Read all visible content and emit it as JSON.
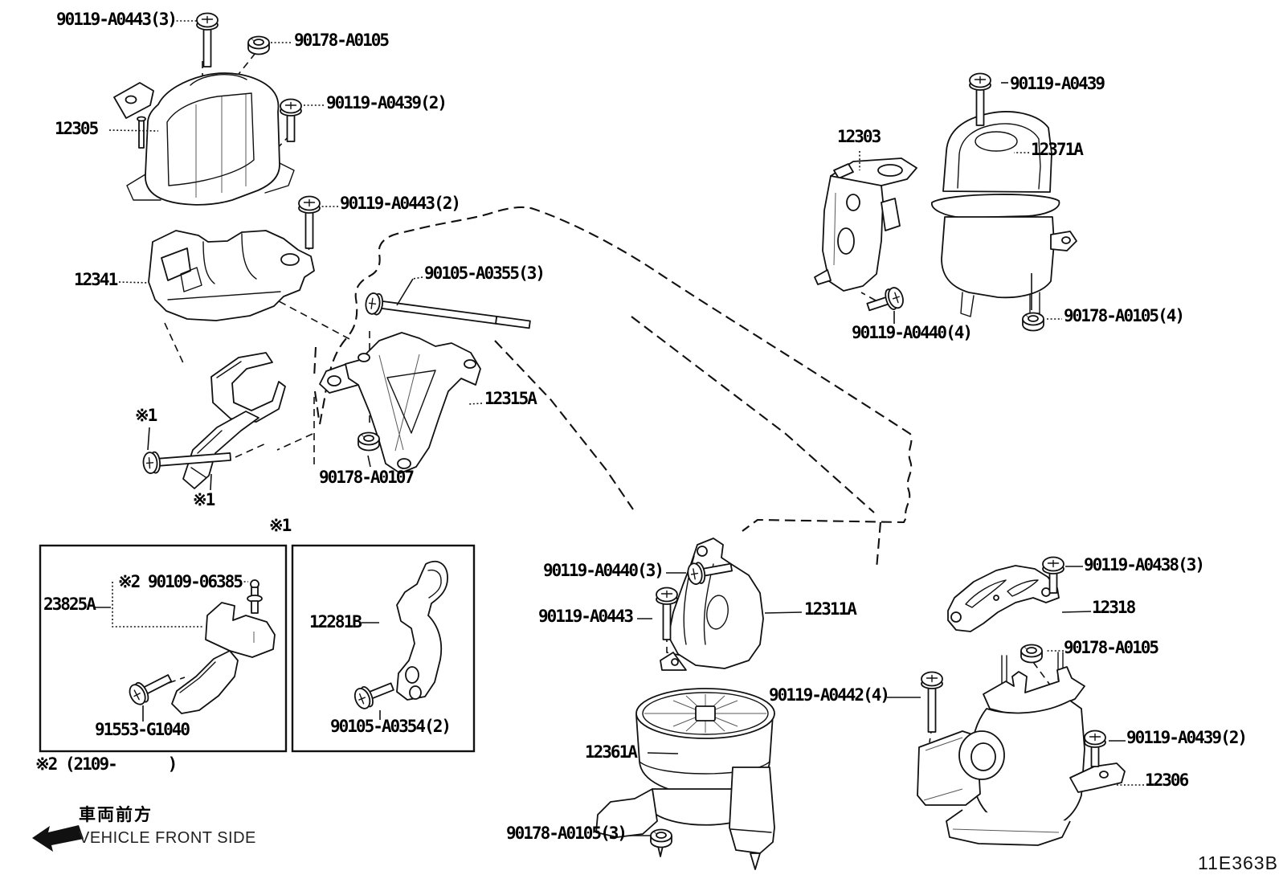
{
  "page": {
    "background": "#ffffff",
    "ink": "#111111"
  },
  "labels": [
    {
      "id": "bolt-90119-a0443-3",
      "text": "90119-A0443(3)"
    },
    {
      "id": "nut-90178-a0105-top",
      "text": "90178-A0105"
    },
    {
      "id": "bolt-90119-a0439-2-top",
      "text": "90119-A0439(2)"
    },
    {
      "id": "part-12305",
      "text": "12305"
    },
    {
      "id": "bolt-90119-a0443-2",
      "text": "90119-A0443(2)"
    },
    {
      "id": "part-12341",
      "text": "12341"
    },
    {
      "id": "bolt-90105-a0355-3",
      "text": "90105-A0355(3)"
    },
    {
      "id": "part-12315a",
      "text": "12315A"
    },
    {
      "id": "nut-90178-a0107",
      "text": "90178-A0107"
    },
    {
      "id": "note1-a",
      "text": "※1"
    },
    {
      "id": "note1-b",
      "text": "※1"
    },
    {
      "id": "note1-c",
      "text": "※1"
    },
    {
      "id": "part-23825a",
      "text": "23825A"
    },
    {
      "id": "pin-90109-06385",
      "text": "※2 90109-06385"
    },
    {
      "id": "bolt-91553-g1040",
      "text": "91553-G1040"
    },
    {
      "id": "part-12281b",
      "text": "12281B"
    },
    {
      "id": "bolt-90105-a0354-2",
      "text": "90105-A0354(2)"
    },
    {
      "id": "note2-applicability",
      "text": "※2 (2109-      )"
    },
    {
      "id": "front-jp",
      "text": "車両前方"
    },
    {
      "id": "front-en",
      "text": "VEHICLE FRONT SIDE"
    },
    {
      "id": "bolt-90119-a0439-tr",
      "text": "90119-A0439"
    },
    {
      "id": "part-12303",
      "text": "12303"
    },
    {
      "id": "part-12371a",
      "text": "12371A"
    },
    {
      "id": "nut-90178-a0105-4",
      "text": "90178-A0105(4)"
    },
    {
      "id": "bolt-90119-a0440-4",
      "text": "90119-A0440(4)"
    },
    {
      "id": "bolt-90119-a0440-3",
      "text": "90119-A0440(3)"
    },
    {
      "id": "bolt-90119-a0443",
      "text": "90119-A0443"
    },
    {
      "id": "part-12311a",
      "text": "12311A"
    },
    {
      "id": "bolt-90119-a0438-3",
      "text": "90119-A0438(3)"
    },
    {
      "id": "part-12318",
      "text": "12318"
    },
    {
      "id": "nut-90178-a0105-mid",
      "text": "90178-A0105"
    },
    {
      "id": "bolt-90119-a0442-4",
      "text": "90119-A0442(4)"
    },
    {
      "id": "part-12361a",
      "text": "12361A"
    },
    {
      "id": "nut-90178-a0105-3",
      "text": "90178-A0105(3)"
    },
    {
      "id": "bolt-90119-a0439-2-br",
      "text": "90119-A0439(2)"
    },
    {
      "id": "part-12306",
      "text": "12306"
    },
    {
      "id": "diagram-code",
      "text": "11E363B"
    }
  ]
}
